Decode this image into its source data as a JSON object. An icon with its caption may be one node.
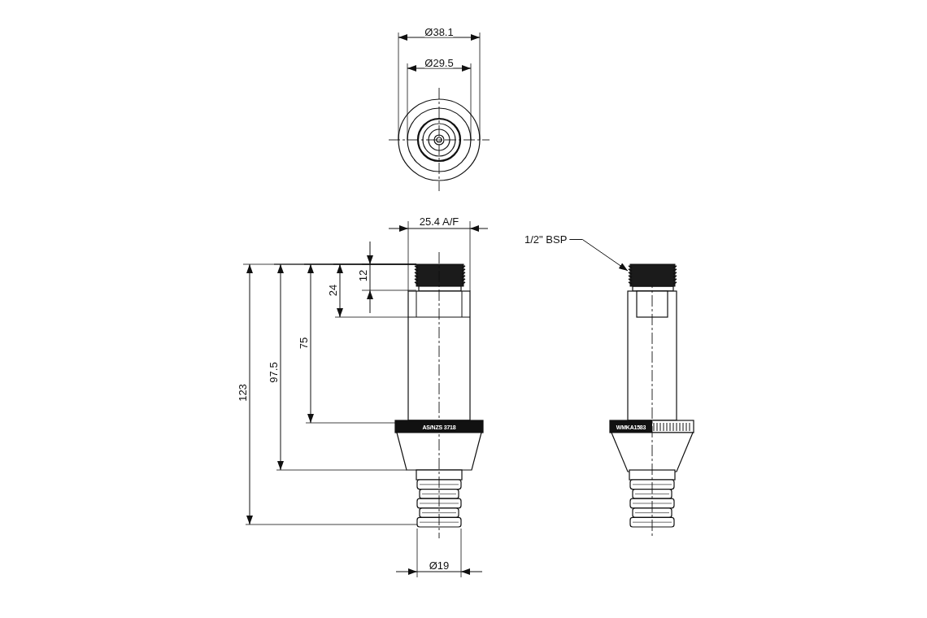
{
  "diagram": {
    "nodes": [
      {
        "text": [
          "1/2\" BSP"
        ]
      },
      {
        "text": [],
        "shape": "picture"
      }
    ],
    "edges": [
      {
        "from": 0,
        "to": 1,
        "arrow": "to"
      }
    ],
    "labels": [
      "Ø38.1",
      "Ø29.5",
      "25.4 A/F",
      "12",
      "24",
      "75",
      "97.5",
      "123",
      "Ø19",
      "AS/NZS 3718",
      "WMKA1583"
    ]
  }
}
